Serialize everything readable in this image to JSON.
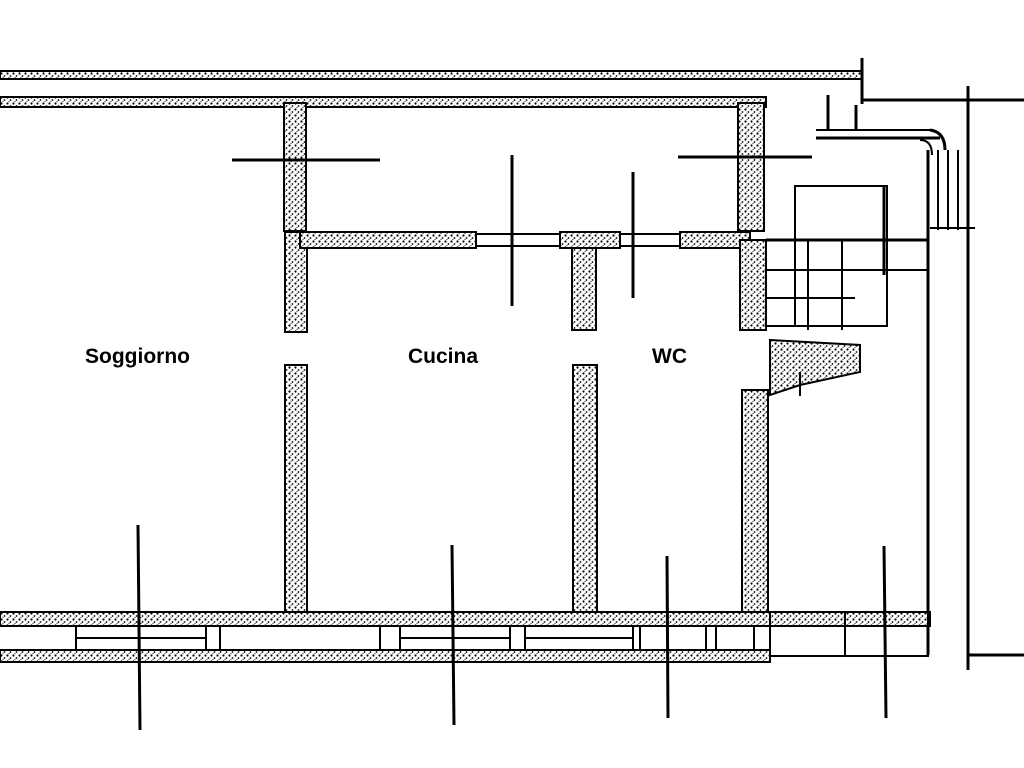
{
  "rooms": [
    {
      "name": "Soggiorno"
    },
    {
      "name": "Cucina"
    },
    {
      "name": "WC"
    }
  ],
  "colors": {
    "background": "#ffffff",
    "ink": "#000000",
    "wall_fill": "#8a8a8a"
  }
}
